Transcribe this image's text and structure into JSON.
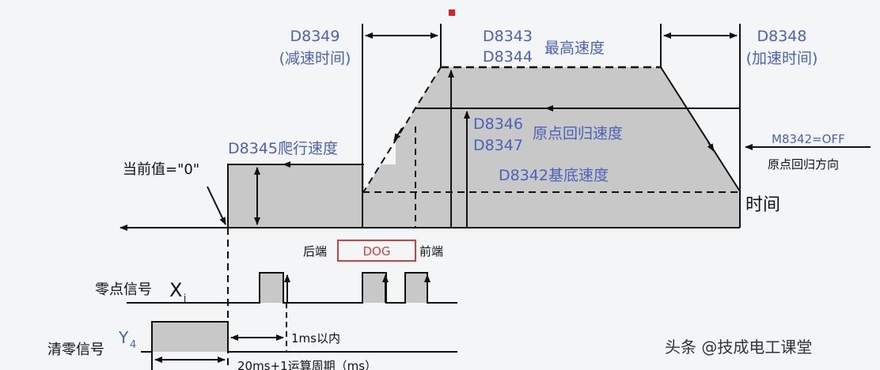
{
  "labels": {
    "decel_reg": "D8349",
    "decel_desc": "(减速时间)",
    "max_reg1": "D8343",
    "max_reg2": "D8344",
    "max_desc": "最高速度",
    "accel_reg": "D8348",
    "accel_desc": "(加速时间)",
    "return_reg1": "D8346",
    "return_reg2": "D8347",
    "return_desc": "原点回归速度",
    "base_speed": "D8342基底速度",
    "creep_speed": "D8345爬行速度",
    "current_value": "当前值=\"0\"",
    "direction_flag": "M8342=OFF",
    "direction_desc": "原点回归方向",
    "time_axis": "时间",
    "rear_end": "后端",
    "dog": "DOG",
    "front_end": "前端",
    "zero_signal": "零点信号",
    "zero_signal_sym": "X",
    "zero_signal_sub": "j",
    "clear_signal": "清零信号",
    "clear_signal_sym": "Y",
    "clear_signal_sub": "4",
    "within_1ms": "1ms以内",
    "clear_duration": "20ms+1运算周期（ms）"
  },
  "watermark": "头条 @技成电工课堂",
  "colors": {
    "label_blue": "#4a62b8",
    "fill_gray": "#c8c8c8",
    "dog_red": "#d04040"
  }
}
